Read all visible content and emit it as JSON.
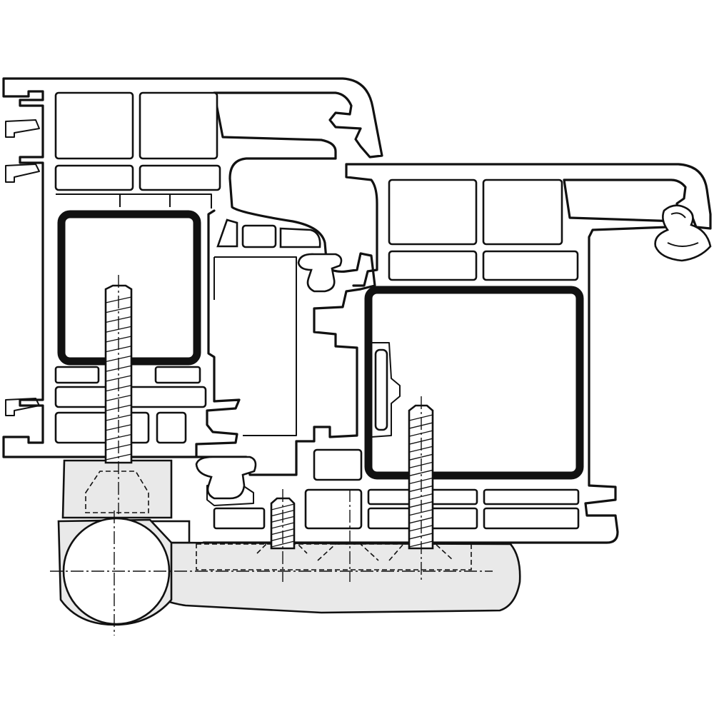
{
  "drawing": {
    "kind": "window profile cross-section (frame, sash, hinge)",
    "colors": {
      "line": "#111111",
      "background": "#ffffff",
      "hinge_fill": "#e9e9e9"
    },
    "screws": [
      {
        "name": "frame-screw",
        "threads": 16
      },
      {
        "name": "sash-screw-small",
        "threads": 6
      },
      {
        "name": "sash-screw-large",
        "threads": 16
      }
    ]
  }
}
